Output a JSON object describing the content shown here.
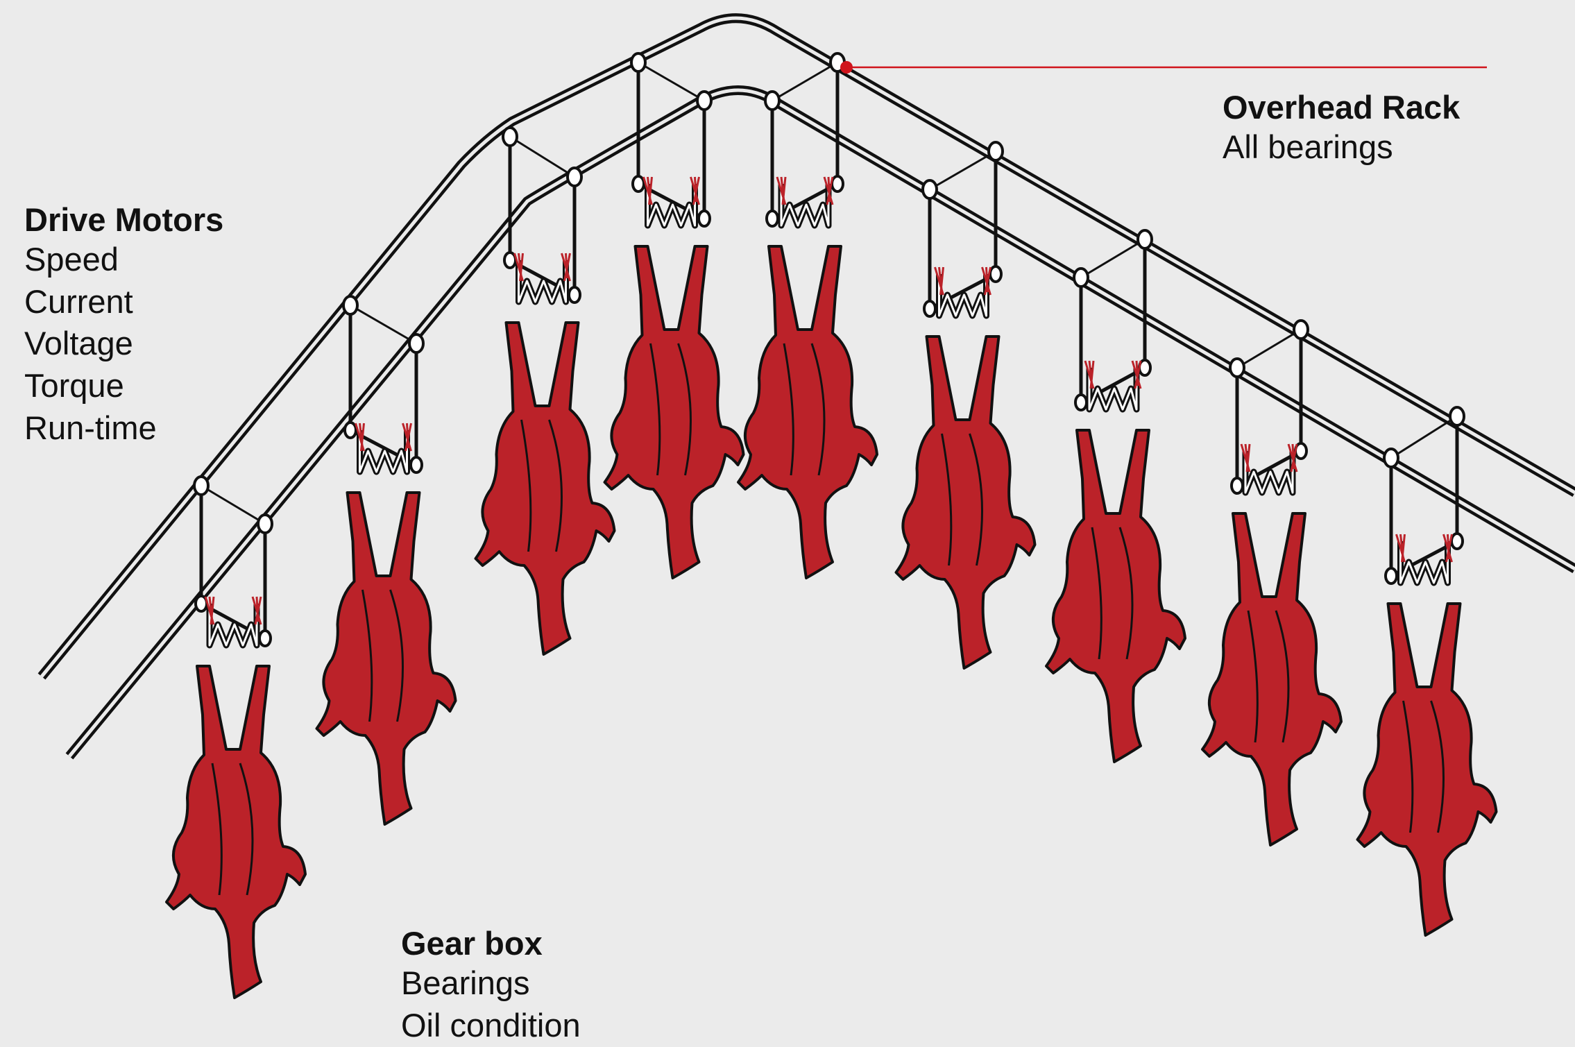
{
  "labels": {
    "drive_motors": {
      "title": "Drive Motors",
      "items": [
        "Speed",
        "Current",
        "Voltage",
        "Torque",
        "Run-time"
      ]
    },
    "overhead_rack": {
      "title": "Overhead Rack",
      "items": [
        "All bearings"
      ]
    },
    "gear_box": {
      "title": "Gear box",
      "items": [
        "Bearings",
        "Oil condition"
      ]
    }
  },
  "colors": {
    "background": "#ebebeb",
    "carcass_fill": "#bb2229",
    "outline": "#111111",
    "callout_line": "#d0141c"
  },
  "icons": {
    "carcass": "hanging-poultry-carcass-icon",
    "shackle": "shackle-hook-icon"
  }
}
